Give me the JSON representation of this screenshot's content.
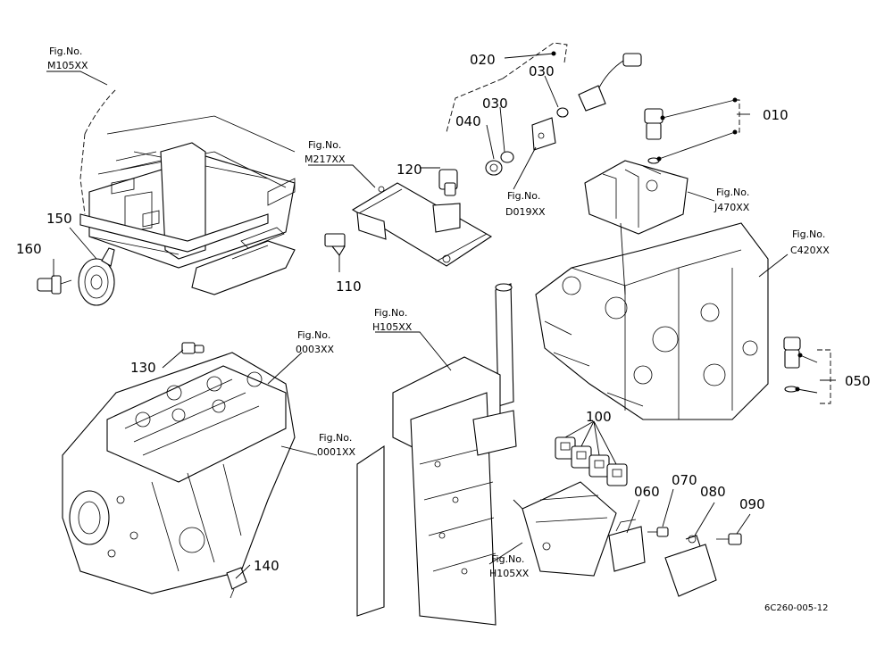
{
  "parts": {
    "p010": "010",
    "p020": "020",
    "p030a": "030",
    "p030b": "030",
    "p040": "040",
    "p050": "050",
    "p060": "060",
    "p070": "070",
    "p080": "080",
    "p090": "090",
    "p100": "100",
    "p110": "110",
    "p120": "120",
    "p130": "130",
    "p140": "140",
    "p150": "150",
    "p160": "160"
  },
  "figs": {
    "m105": {
      "line1": "Fig.No.",
      "line2": "M105XX"
    },
    "m217": {
      "line1": "Fig.No.",
      "line2": "M217XX"
    },
    "d019": {
      "line1": "Fig.No.",
      "line2": "D019XX"
    },
    "j470": {
      "line1": "Fig.No.",
      "line2": "J470XX"
    },
    "c420": {
      "line1": "Fig.No.",
      "line2": "C420XX"
    },
    "f0003": {
      "line1": "Fig.No.",
      "line2": "0003XX"
    },
    "f0001": {
      "line1": "Fig.No.",
      "line2": "0001XX"
    },
    "h105a": {
      "line1": "Fig.No.",
      "line2": "H105XX"
    },
    "h105b": {
      "line1": "Fig.No.",
      "line2": "H105XX"
    }
  },
  "diagram_code": "6C260-005-12"
}
